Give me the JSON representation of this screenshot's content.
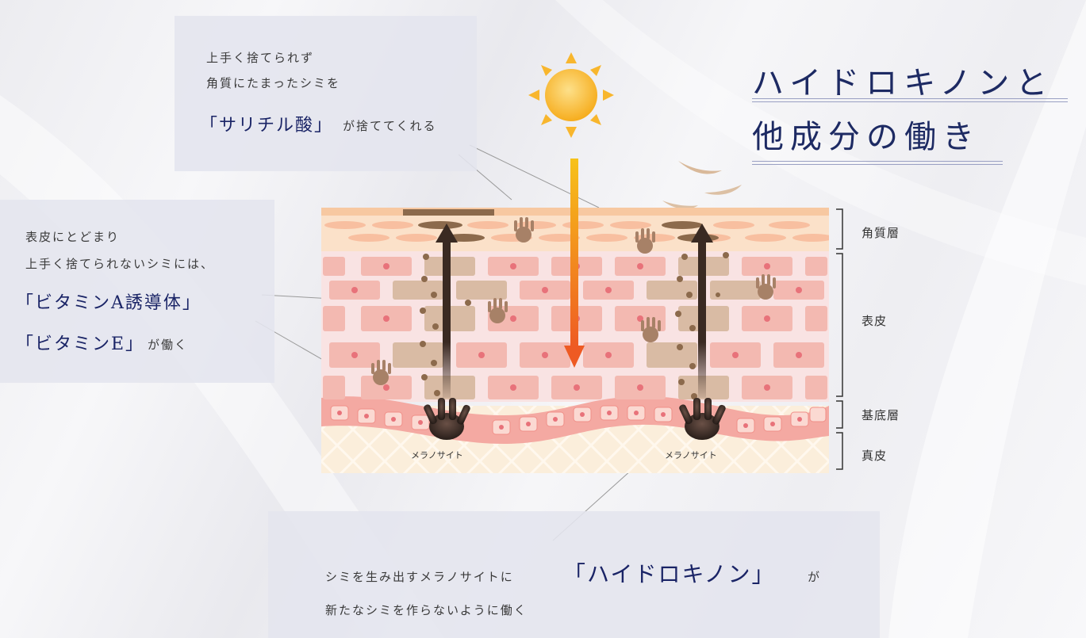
{
  "title": {
    "line1": "ハイドロキノンと",
    "line2": "他成分の働き"
  },
  "salicylic_box": {
    "line1": "上手く捨てられず",
    "line2": "角質にたまったシミを",
    "highlight": "「サリチル酸」",
    "after": "が捨ててくれる"
  },
  "vitamin_box": {
    "line1": "表皮にとどまり",
    "line2": "上手く捨てられないシミには、",
    "highlight1": "「ビタミンA誘導体」",
    "highlight2": "「ビタミンE」",
    "after": "が働く"
  },
  "hydroquinone_box": {
    "before": "シミを生み出すメラノサイトに",
    "highlight": "「ハイドロキノン」",
    "after": "が",
    "line2": "新たなシミを作らないように働く"
  },
  "layers": {
    "stratum_corneum": "角質層",
    "epidermis": "表皮",
    "basal_layer": "基底層",
    "dermis": "真皮"
  },
  "melanocyte_label": "メラノサイト",
  "colors": {
    "title_navy": "#1d2a63",
    "highlight_navy": "#1a2466",
    "epidermis_pink": "#f7dede",
    "cell_pink": "#f1b4ac",
    "melanin_brown": "#8a6a45",
    "uv_arrow_top": "#f7b417",
    "uv_arrow_bottom": "#ee5a23",
    "sun": "#f8b62d"
  },
  "icons": [
    "sun-icon",
    "uv-arrow",
    "melanocyte-hand-icon",
    "melanin-up-arrow",
    "shedding-flake-icon"
  ]
}
